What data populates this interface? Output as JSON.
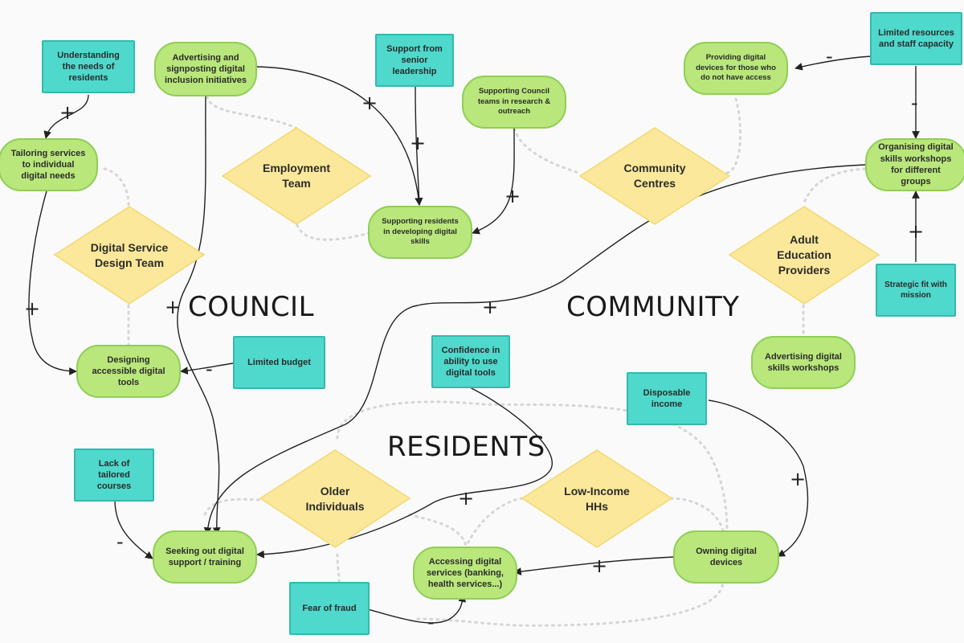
{
  "regions": {
    "council": "COUNCIL",
    "community": "COMMUNITY",
    "residents": "RESIDENTS"
  },
  "stakeholders": {
    "employment_team": "Employment Team",
    "digital_service_design_team": "Digital Service Design Team",
    "community_centres": "Community Centres",
    "adult_education_providers": "Adult Education Providers",
    "older_individuals": "Older Individuals",
    "low_income_hhs": "Low-Income HHs"
  },
  "activities": {
    "advertising_signposting": "Advertising and signposting digital inclusion initiatives",
    "tailoring_services": "Tailoring services to individual digital needs",
    "designing_accessible_tools": "Designing accessible digital tools",
    "supporting_residents_skills": "Supporting residents in developing digital skills",
    "supporting_council_teams": "Supporting Council teams in research & outreach",
    "providing_devices": "Providing digital devices for those who do not have access",
    "organising_workshops": "Organising digital skills workshops for different groups",
    "advertising_workshops": "Advertising digital skills workshops",
    "seeking_support": "Seeking out digital support / training",
    "accessing_services": "Accessing digital services (banking, health services...)",
    "owning_devices": "Owning digital devices"
  },
  "factors": {
    "understanding_needs": "Understanding the needs of residents",
    "senior_leadership": "Support from senior leadership",
    "limited_resources": "Limited resources and staff capacity",
    "strategic_fit": "Strategic fit with mission",
    "limited_budget": "Limited budget",
    "confidence": "Confidence in ability to use digital tools",
    "disposable_income": "Disposable income",
    "lack_courses": "Lack of tailored courses",
    "fear_fraud": "Fear of fraud"
  },
  "signs": {
    "plus": "+",
    "minus": "-"
  },
  "colors": {
    "activity_fill": "#b9e77b",
    "activity_border": "#8fce56",
    "factor_fill": "#4fd8cc",
    "factor_border": "#33b9ad",
    "stakeholder_fill": "#fbe89a",
    "arrow": "#222222",
    "dotted_link": "#d6d6d6"
  }
}
